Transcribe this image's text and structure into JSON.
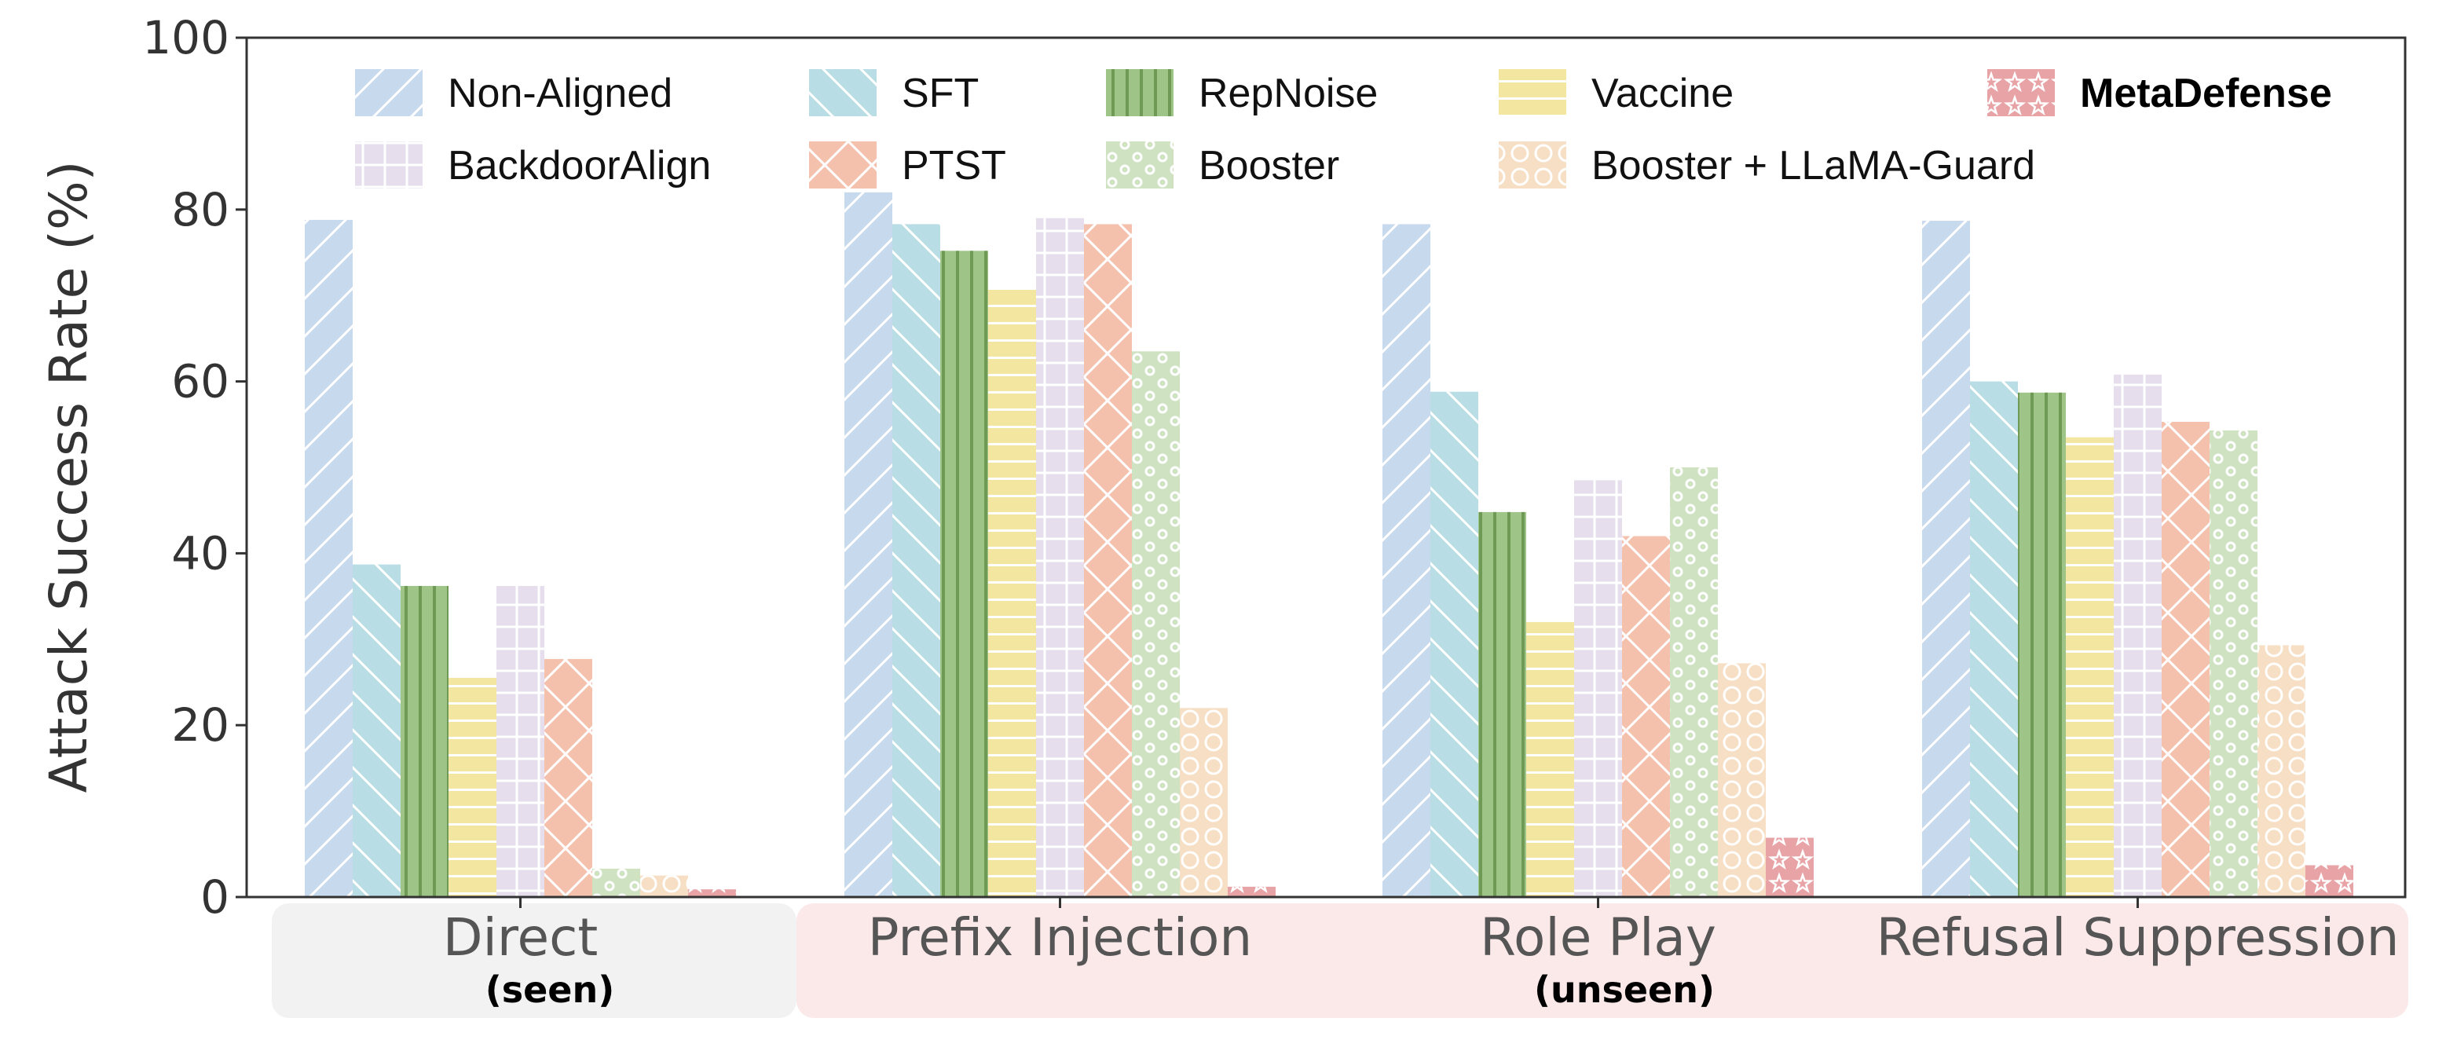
{
  "chart_data": {
    "type": "bar",
    "ylabel": "Attack Success Rate (%)",
    "ylim": [
      0,
      100
    ],
    "yticks": [
      "0",
      "20",
      "40",
      "60",
      "80",
      "100"
    ],
    "categories": [
      "Direct",
      "Prefix Injection",
      "Role Play",
      "Refusal Suppression"
    ],
    "groups": [
      {
        "label": "(seen)",
        "categories": [
          "Direct"
        ],
        "color": "#f2f2f2"
      },
      {
        "label": "(unseen)",
        "categories": [
          "Prefix Injection",
          "Role Play",
          "Refusal Suppression"
        ],
        "color": "#fbe9e9"
      }
    ],
    "legend_position": "top",
    "series": [
      {
        "name": "Non-Aligned",
        "values": [
          78.8,
          82.0,
          78.3,
          78.7
        ],
        "color": "#c7d9ec",
        "pattern": "diag-fwd"
      },
      {
        "name": "SFT",
        "values": [
          38.7,
          78.3,
          58.8,
          60.0
        ],
        "color": "#b8dde4",
        "pattern": "diag-back"
      },
      {
        "name": "RepNoise",
        "values": [
          36.2,
          75.2,
          44.8,
          58.7
        ],
        "color": "#9fc487",
        "pattern": "vertical"
      },
      {
        "name": "Vaccine",
        "values": [
          25.5,
          70.8,
          32.0,
          53.5
        ],
        "color": "#f2e6a0",
        "pattern": "horizontal"
      },
      {
        "name": "BackdoorAlign",
        "values": [
          36.2,
          79.0,
          48.5,
          60.8
        ],
        "color": "#e6deed",
        "pattern": "grid"
      },
      {
        "name": "PTST",
        "values": [
          27.7,
          78.3,
          42.0,
          55.3
        ],
        "color": "#f4c1ad",
        "pattern": "cross"
      },
      {
        "name": "Booster",
        "values": [
          3.3,
          63.5,
          50.0,
          54.3
        ],
        "color": "#cfe2c2",
        "pattern": "dots"
      },
      {
        "name": "Booster + LLaMA-Guard",
        "values": [
          2.5,
          22.0,
          27.2,
          29.3
        ],
        "color": "#f6dfc4",
        "pattern": "circles"
      },
      {
        "name": "MetaDefense",
        "values": [
          0.9,
          1.2,
          6.9,
          3.7
        ],
        "color": "#e8a3a6",
        "pattern": "stars",
        "bold": true
      }
    ]
  }
}
